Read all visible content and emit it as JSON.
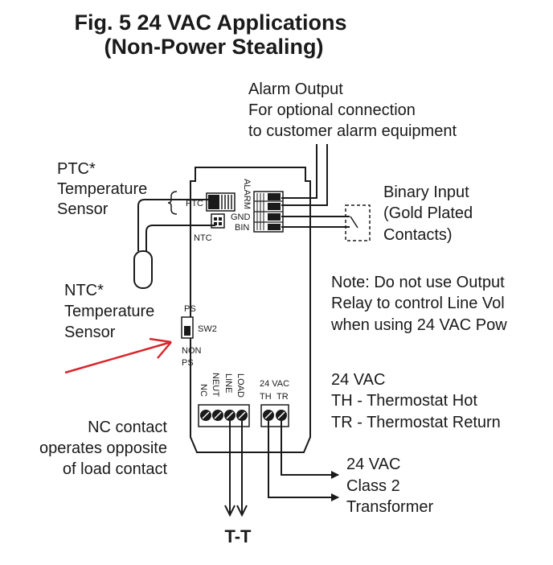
{
  "title": {
    "line1": "Fig. 5  24 VAC Applications",
    "line2": "(Non-Power Stealing)"
  },
  "alarm_output": {
    "line1": "Alarm Output",
    "line2": "For optional connection",
    "line3": "to customer alarm equipment"
  },
  "ptc_sensor": {
    "line1": "PTC*",
    "line2": "Temperature",
    "line3": "Sensor"
  },
  "ntc_sensor": {
    "line1": "NTC*",
    "line2": "Temperature",
    "line3": "Sensor"
  },
  "binary_input": {
    "line1": "Binary Input",
    "line2": "(Gold Plated",
    "line3": "Contacts)"
  },
  "note": {
    "line1": "Note: Do not use Output",
    "line2": "Relay to control Line Vol",
    "line3": "when using 24 VAC Pow"
  },
  "vac_legend": {
    "line1": "24 VAC",
    "line2": "TH - Thermostat Hot",
    "line3": "TR - Thermostat Return"
  },
  "nc_contact": {
    "line1": "NC contact",
    "line2": "operates opposite",
    "line3": "of load contact"
  },
  "transformer": {
    "line1": "24 VAC",
    "line2": "Class 2",
    "line3": "Transformer"
  },
  "tt_label": "T-T",
  "board": {
    "ptc": "PTC",
    "ntc": "NTC",
    "alarm": "ALARM",
    "gnd": "GND",
    "bin": "BIN",
    "ps_top": "PS",
    "sw2": "SW2",
    "non": "NON",
    "ps_bottom": "PS",
    "nc": "NC",
    "neut": "NEUT",
    "line": "LINE",
    "load": "LOAD",
    "vac_24": "24 VAC",
    "th": "TH",
    "tr": "TR"
  },
  "colors": {
    "arrow": "#d8262c",
    "ink": "#1a1a1a"
  }
}
